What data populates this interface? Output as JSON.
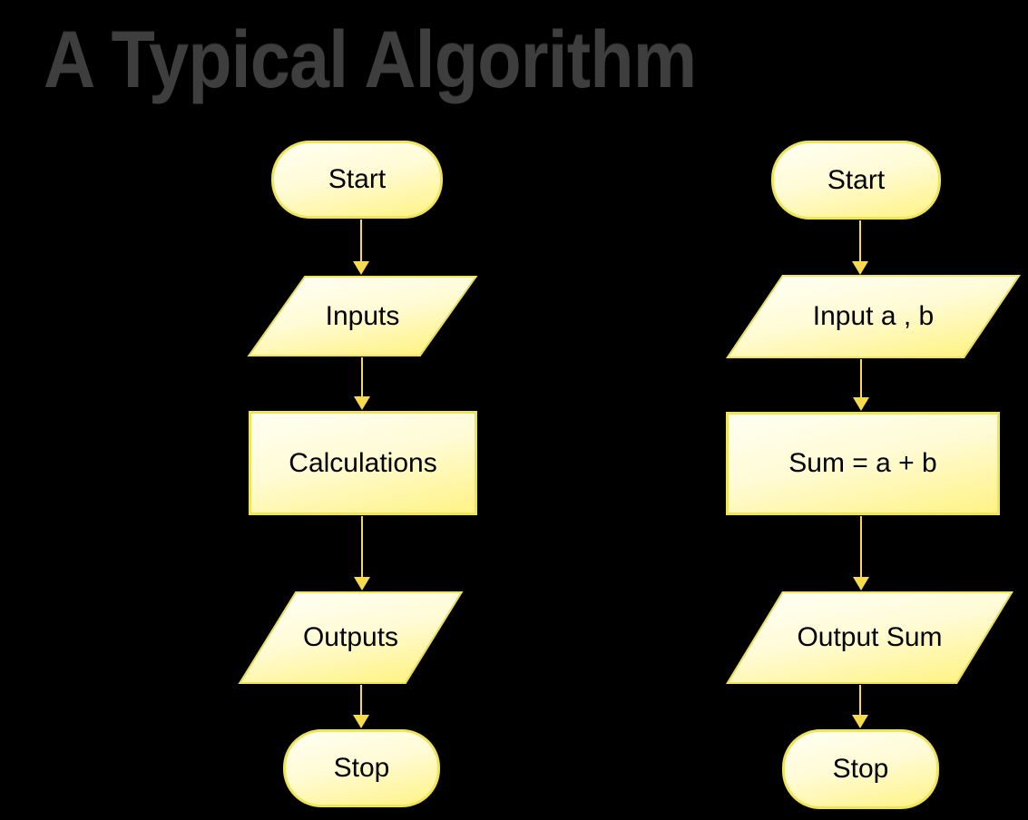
{
  "slide": {
    "title": "A Typical Algorithm"
  },
  "colors": {
    "background": "#000000",
    "title_text": "#3E3E3E",
    "node_text": "#000000",
    "shape_border": "#EFE45A",
    "shape_fill_top": "#FFFFF2",
    "shape_fill_bottom": "#FFF385",
    "arrow": "#F5DB4D"
  },
  "flowcharts": [
    {
      "name": "generic-algorithm",
      "nodes": [
        {
          "type": "terminator",
          "label": "Start"
        },
        {
          "type": "input-output",
          "label": "Inputs"
        },
        {
          "type": "process",
          "label": "Calculations"
        },
        {
          "type": "input-output",
          "label": "Outputs"
        },
        {
          "type": "terminator",
          "label": "Stop"
        }
      ]
    },
    {
      "name": "sum-example",
      "nodes": [
        {
          "type": "terminator",
          "label": "Start"
        },
        {
          "type": "input-output",
          "label": "Input a , b"
        },
        {
          "type": "process",
          "label": "Sum = a + b"
        },
        {
          "type": "input-output",
          "label": "Output Sum"
        },
        {
          "type": "terminator",
          "label": "Stop"
        }
      ]
    }
  ]
}
